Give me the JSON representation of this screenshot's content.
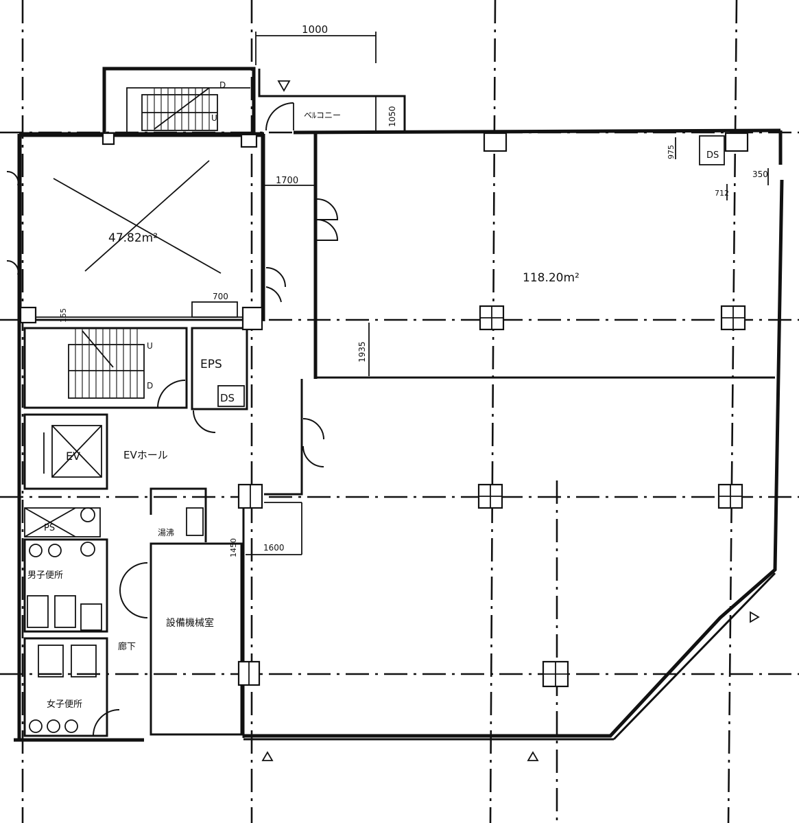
{
  "labels": {
    "dim_top": "1000",
    "balcony": "ベﾙコニー",
    "dim_balcony": "1050",
    "dim_corridor": "1700",
    "area_void": "47.82m²",
    "dim_700": "700",
    "dim_155": "155",
    "area_office": "118.20m²",
    "dim_975": "975",
    "dim_350": "350",
    "dim_712": "712",
    "dim_1935": "1935",
    "eps": "EPS",
    "ds": "DS",
    "ds_upper": "DS",
    "ev": "EV",
    "ev_hall": "EVホール",
    "ps": "PS",
    "sink": "湯沸",
    "dim_1600": "1600",
    "dim_1450": "1450",
    "men_toilet": "男子便所",
    "storage": "設備機械室",
    "corridor": "廊下",
    "women_toilet": "女子便所",
    "stair_u": "U",
    "stair_d": "D"
  }
}
